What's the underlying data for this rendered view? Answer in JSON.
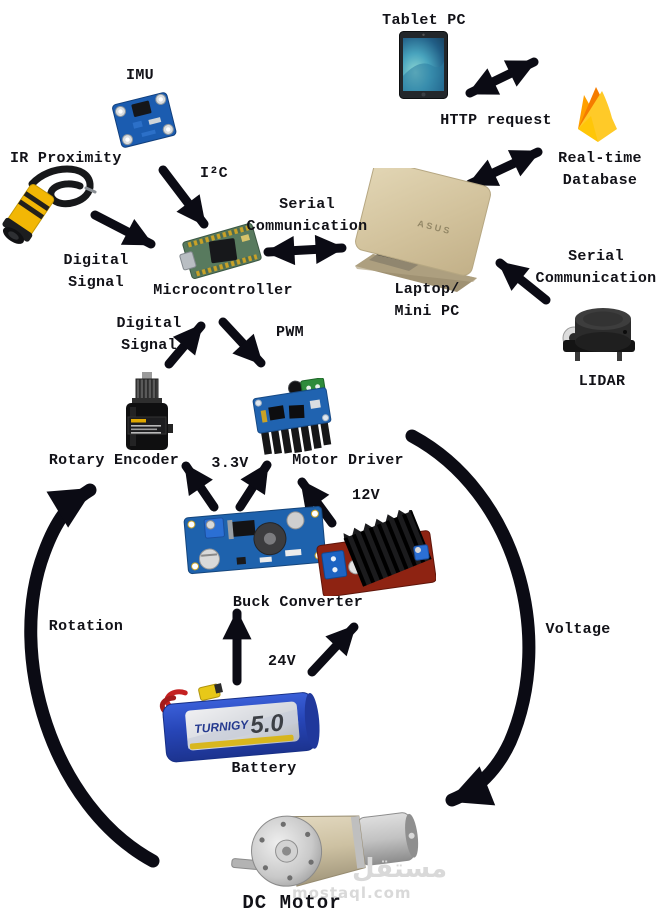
{
  "nodes": {
    "tablet_pc": "Tablet PC",
    "imu": "IMU",
    "ir_proximity": "IR Proximity",
    "microcontroller": "Microcontroller",
    "laptop_line1": "Laptop/",
    "laptop_line2": "Mini PC",
    "database_line1": "Real-time",
    "database_line2": "Database",
    "lidar": "LIDAR",
    "rotary_encoder": "Rotary Encoder",
    "motor_driver": "Motor Driver",
    "buck_converter": "Buck Converter",
    "battery": "Battery",
    "dc_motor": "DC Motor"
  },
  "edges": {
    "http_request": "HTTP request",
    "i2c": "I²C",
    "digital_line1": "Digital",
    "digital_line2": "Signal",
    "serial_line1": "Serial",
    "serial_line2": "Communication",
    "pwm": "PWM",
    "v_33": "3.3V",
    "v_12": "12V",
    "v_24": "24V",
    "rotation": "Rotation",
    "voltage": "Voltage"
  },
  "device_text": {
    "laptop_logo": "ASUS",
    "battery_brand": "TURNIGY",
    "battery_capacity": "5.0"
  },
  "watermark": {
    "arabic": "مستقل",
    "site": "mostaql.com"
  },
  "colors": {
    "arrow": "#0b0b14",
    "firebase_yellow": "#FFCA28",
    "firebase_orange": "#FFA000",
    "pcb_blue": "#1e62ad",
    "pcb_green": "#4c6b52",
    "pcb_red": "#8e2312",
    "battery_blue": "#2746b8",
    "sensor_yellow": "#f2b705",
    "laptop_gold": "#d3c4a0"
  }
}
